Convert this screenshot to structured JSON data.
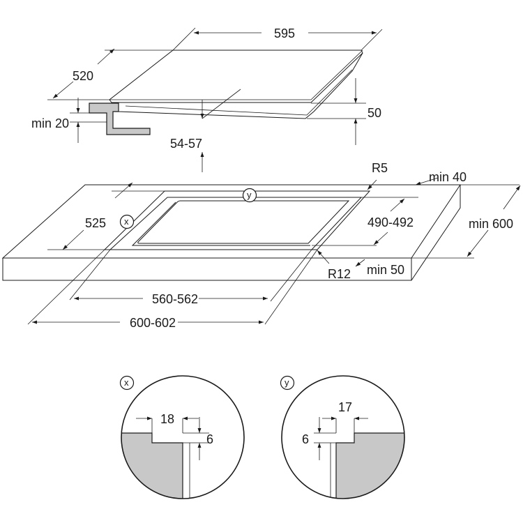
{
  "dims": {
    "width_595": "595",
    "depth_520": "520",
    "min20": "min 20",
    "h50": "50",
    "h54_57": "54-57",
    "r5": "R5",
    "min40": "min 40",
    "d525": "525",
    "c490_492": "490-492",
    "min600": "min 600",
    "r12": "R12",
    "min50": "min 50",
    "c560_562": "560-562",
    "o600_602": "600-602",
    "d18": "18",
    "d6x": "6",
    "d17": "17",
    "d6y": "6"
  },
  "markers": {
    "x": "x",
    "y": "y"
  }
}
